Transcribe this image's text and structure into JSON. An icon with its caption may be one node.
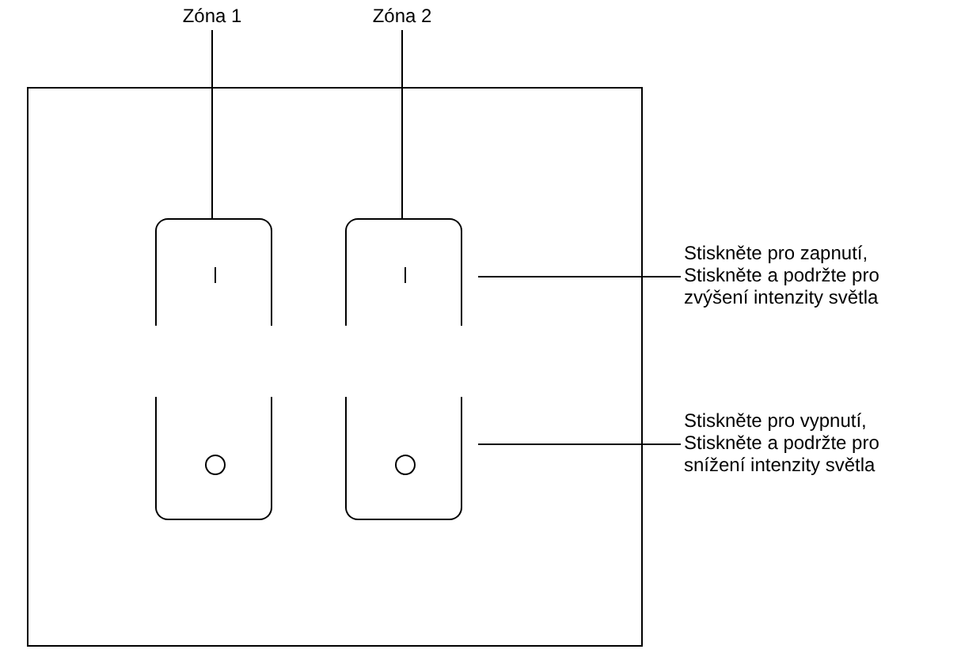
{
  "diagram": {
    "nodes": [
      {
        "text": [
          "Zóna 1"
        ]
      },
      {
        "text": [
          "Zóna 2"
        ]
      },
      {
        "text": [],
        "shape": "box"
      },
      {
        "text": [],
        "shape": "box",
        "in": 2
      },
      {
        "text": [],
        "shape": "box",
        "in": 2
      },
      {
        "text": [],
        "shape": "box",
        "in": 2
      },
      {
        "text": [],
        "shape": "box",
        "in": 2
      },
      {
        "text": [
          "Stiskněte pro zapnutí, Stiskněte a podržte pro zvýšení intenzity světla"
        ]
      },
      {
        "text": [
          "Stiskněte pro vypnutí, Stiskněte a podržte pro snížení intenzity světla"
        ]
      }
    ],
    "edges": [
      {
        "from": 0,
        "to": 3,
        "arrow": "none"
      },
      {
        "from": 1,
        "to": 5,
        "arrow": "none"
      },
      {
        "from": 7,
        "to": 5,
        "arrow": "none"
      },
      {
        "from": 8,
        "to": 6,
        "arrow": "none"
      }
    ]
  }
}
